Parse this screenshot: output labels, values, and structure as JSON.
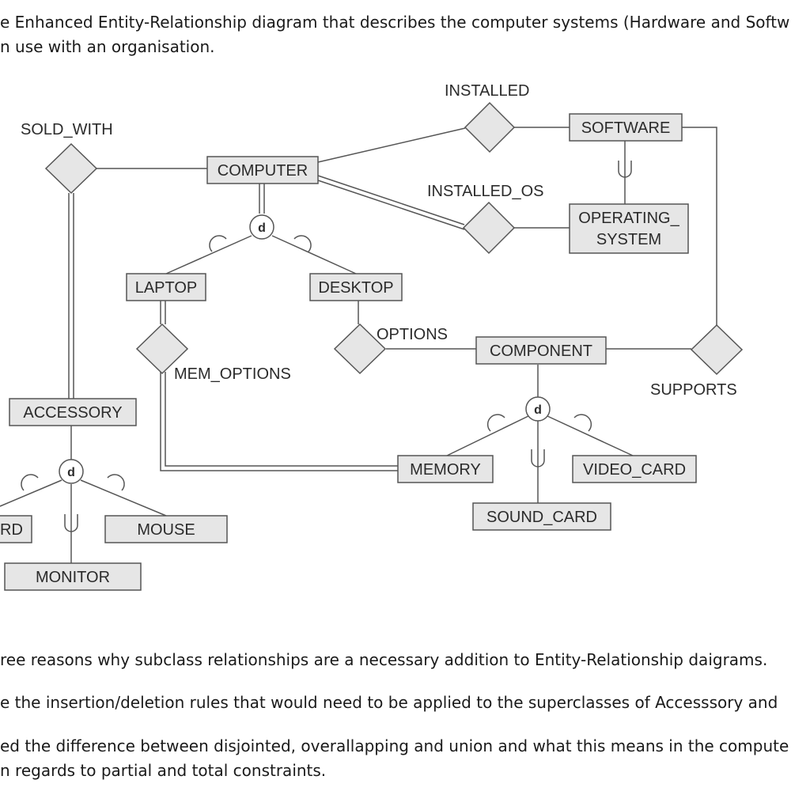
{
  "question": {
    "intro_line1": "e Enhanced Entity-Relationship diagram that describes the computer systems (Hardware and Softw",
    "intro_line2": "n use with an organisation.",
    "q1": "ree reasons why subclass relationships are a necessary addition to Entity-Relationship daigrams.",
    "q2": "e the insertion/deletion rules that would need to be applied to the superclasses of Accesssory and",
    "q3_line1": "ed the difference between disjointed, overallapping and union and what this means in the compute",
    "q3_line2": "n regards to partial and total constraints."
  },
  "diagram": {
    "entities": {
      "computer": "COMPUTER",
      "software": "SOFTWARE",
      "operating_system_line1": "OPERATING_",
      "operating_system_line2": "SYSTEM",
      "laptop": "LAPTOP",
      "desktop": "DESKTOP",
      "component": "COMPONENT",
      "accessory": "ACCESSORY",
      "memory": "MEMORY",
      "video_card": "VIDEO_CARD",
      "sound_card": "SOUND_CARD",
      "keyboard_fragment": "RD",
      "mouse": "MOUSE",
      "monitor": "MONITOR"
    },
    "relationships": {
      "sold_with": "SOLD_WITH",
      "installed": "INSTALLED",
      "installed_os": "INSTALLED_OS",
      "options": "OPTIONS",
      "mem_options": "MEM_OPTIONS",
      "supports": "SUPPORTS"
    },
    "specialization_symbols": {
      "computer_disjoint": "d",
      "component_disjoint": "d",
      "accessory_disjoint": "d"
    },
    "colors": {
      "shape_fill": "#e6e6e6",
      "stroke": "#555555",
      "text": "#2b2b2b"
    }
  }
}
